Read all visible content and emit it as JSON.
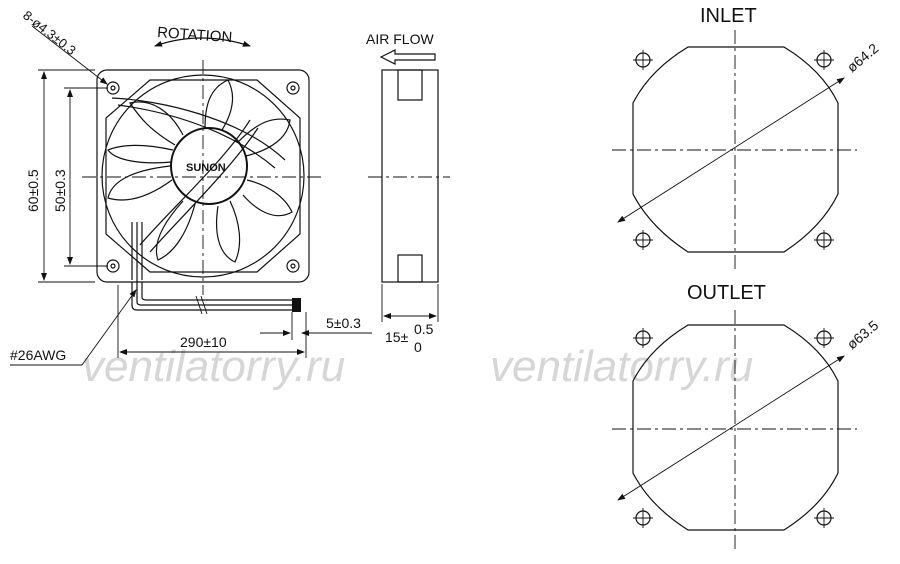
{
  "fan_view": {
    "hole_callout": "8-ø4.3±0.3",
    "rotation_label": "ROTATION",
    "brand_label": "SUNON",
    "dim_outer": "60±0.5",
    "dim_hole_pitch": "50±0.3",
    "wire_gauge": "#26AWG",
    "lead_length": "290±10",
    "strip_length": "5±0.3"
  },
  "side_view": {
    "airflow_label": "AIR FLOW",
    "thickness_base": "15±",
    "thickness_upper_tol": "0.5",
    "thickness_lower_tol": "0"
  },
  "inlet_view": {
    "title": "INLET",
    "diameter": "ø64.2"
  },
  "outlet_view": {
    "title": "OUTLET",
    "diameter": "ø63.5"
  },
  "watermark": {
    "left": "ventilatorry.ru",
    "right": "ventilatorry.ru"
  }
}
